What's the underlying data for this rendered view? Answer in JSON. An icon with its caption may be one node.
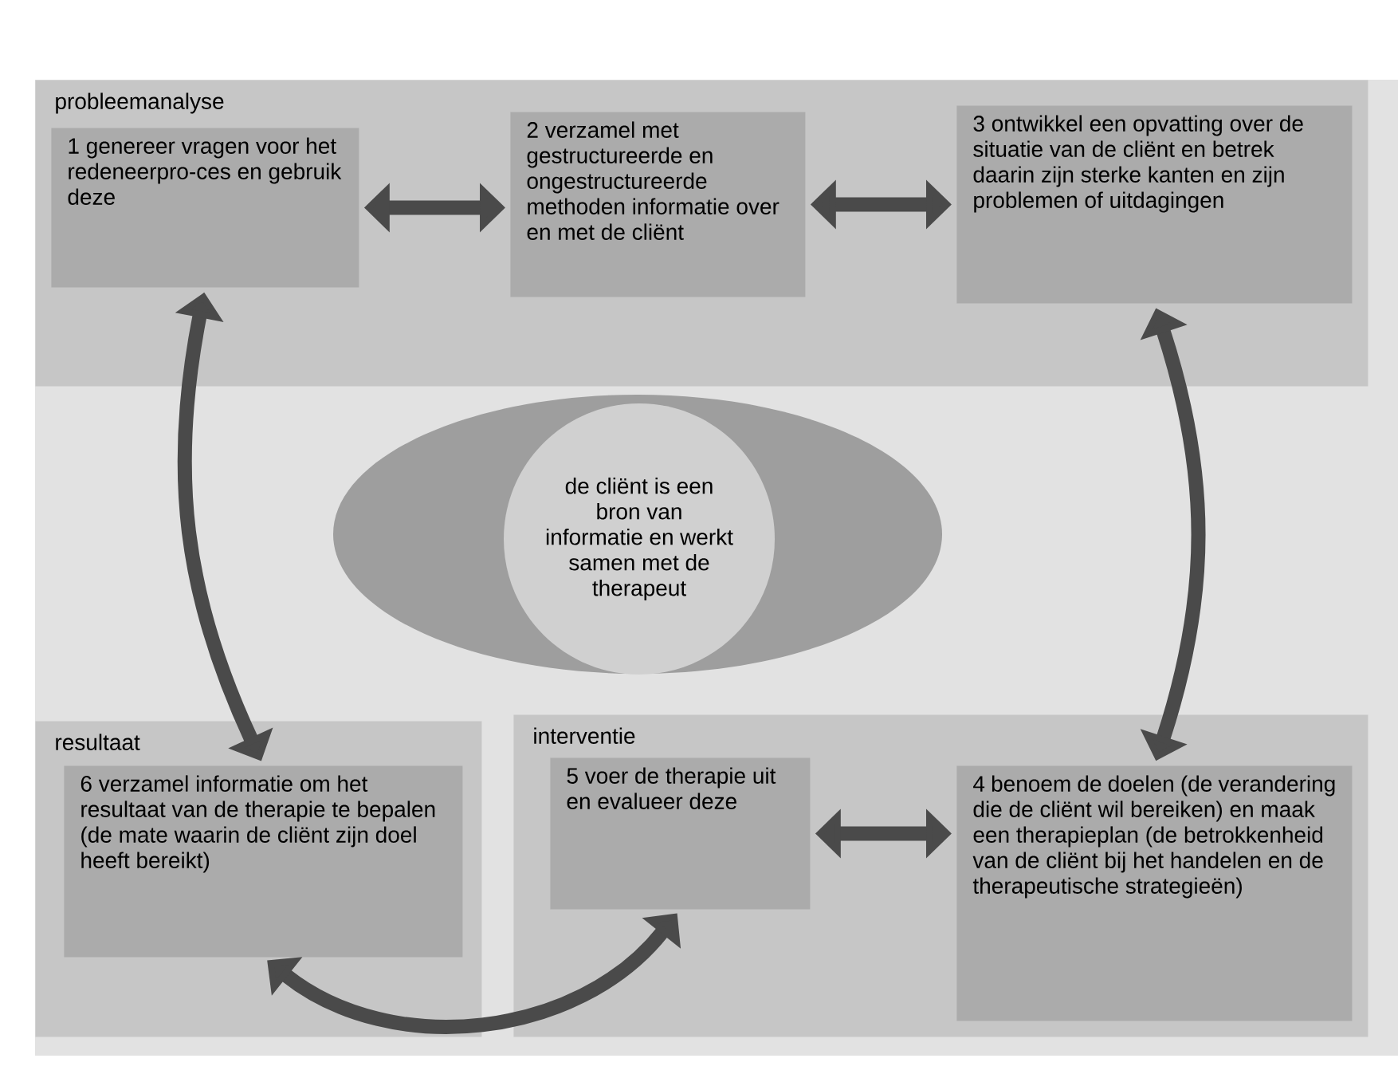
{
  "diagram": {
    "nodes": [
      {
        "text": [
          "probleemanalyse"
        ]
      },
      {
        "text": [
          "1 genereer vragen voor het redeneerpro-ces en gebruik deze"
        ],
        "in": 0
      },
      {
        "text": [
          "2 verzamel met gestructureerde en ongestructureerde methoden informatie over en met de cliënt"
        ],
        "in": 0
      },
      {
        "text": [
          "3 ontwikkel een opvatting over de situatie van de cliënt en betrek daarin zijn sterke kanten en zijn problemen of uitdagingen"
        ],
        "in": 0
      },
      {
        "text": [],
        "shape": "ellipse"
      },
      {
        "text": [
          "de cliënt is een bron van informatie en werkt samen met de therapeut"
        ],
        "in": 4
      },
      {
        "text": [
          "resultaat"
        ]
      },
      {
        "text": [
          "6 verzamel informatie om het resultaat van de therapie te bepalen (de mate waarin de cliënt zijn doel heeft bereikt)"
        ],
        "in": 6
      },
      {
        "text": [
          "interventie"
        ]
      },
      {
        "text": [
          "5 voer de therapie uit en evalueer deze"
        ],
        "in": 8
      },
      {
        "text": [
          "4 benoem de doelen (de verandering die de cliënt wil bereiken) en maak een therapieplan (de betrokkenheid van de cliënt bij het handelen en de therapeutische strategieën)"
        ],
        "in": 8
      }
    ],
    "edges": [
      {
        "from": 1,
        "to": 2,
        "arrow": "both"
      },
      {
        "from": 2,
        "to": 3,
        "arrow": "both"
      },
      {
        "from": 1,
        "to": 7,
        "arrow": "both"
      },
      {
        "from": 3,
        "to": 10,
        "arrow": "both"
      },
      {
        "from": 9,
        "to": 10,
        "arrow": "both"
      },
      {
        "from": 7,
        "to": 9,
        "arrow": "both"
      }
    ]
  }
}
